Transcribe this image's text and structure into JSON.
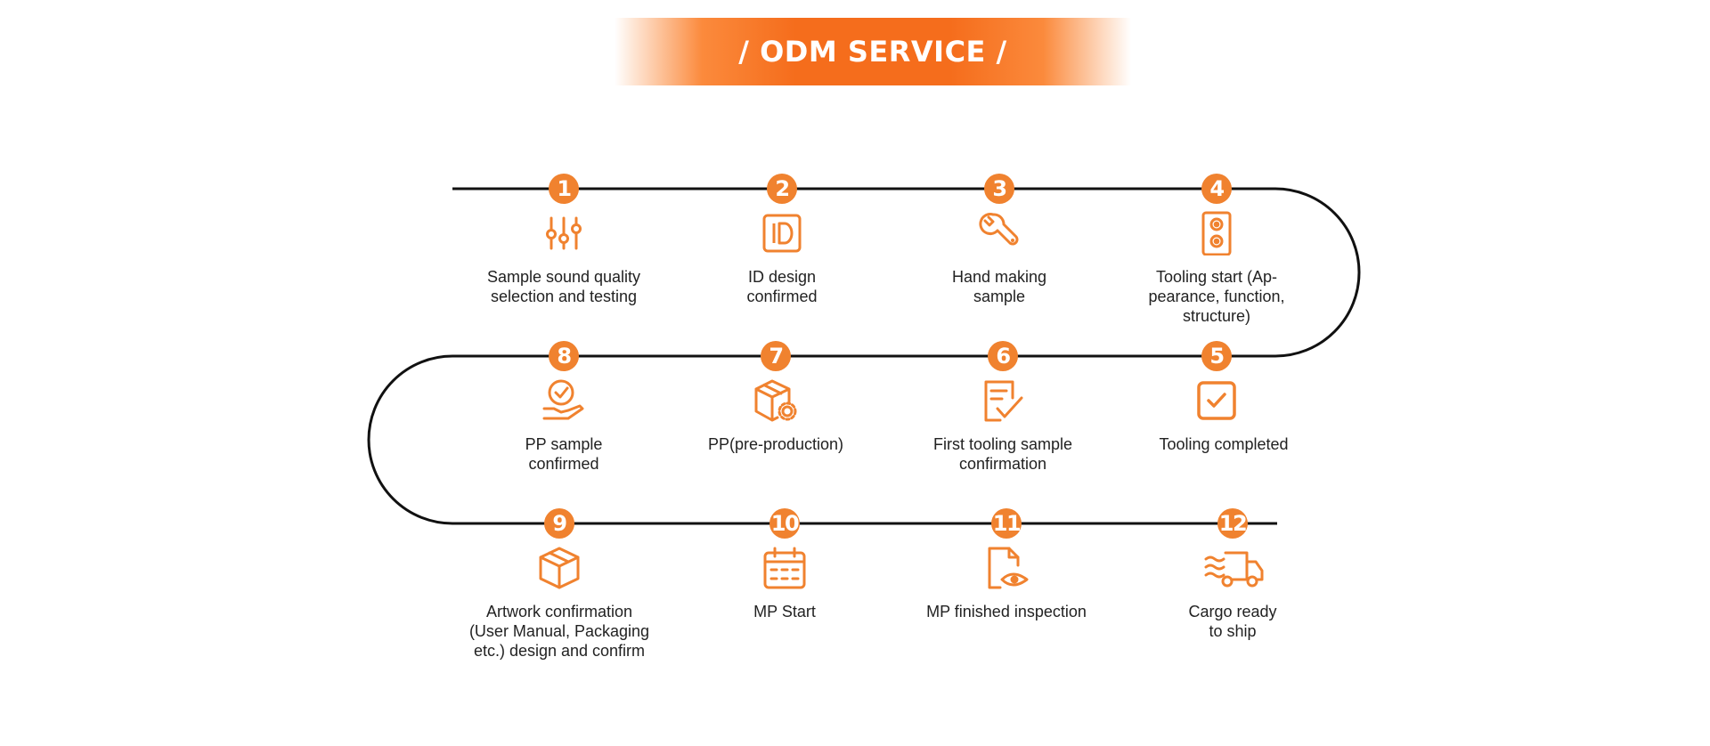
{
  "banner": {
    "title": "/ ODM SERVICE /"
  },
  "accent_color": "#f0822f",
  "steps": [
    {
      "number": "1",
      "label": "Sample sound quality\nselection and testing",
      "icon": "equalizer-sliders-icon"
    },
    {
      "number": "2",
      "label": "ID design\nconfirmed",
      "icon": "id-card-icon"
    },
    {
      "number": "3",
      "label": "Hand making\nsample",
      "icon": "wrench-icon"
    },
    {
      "number": "4",
      "label": "Tooling start (Ap-\npearance, function,\nstructure)",
      "icon": "speaker-icon"
    },
    {
      "number": "5",
      "label": "Tooling completed",
      "icon": "checkbox-icon"
    },
    {
      "number": "6",
      "label": "First tooling sample\nconfirmation",
      "icon": "document-check-icon"
    },
    {
      "number": "7",
      "label": "PP(pre-production)",
      "icon": "box-gear-icon"
    },
    {
      "number": "8",
      "label": "PP sample\nconfirmed",
      "icon": "hand-check-icon"
    },
    {
      "number": "9",
      "label": "Artwork confirmation\n(User Manual, Packaging\netc.) design and confirm",
      "icon": "package-icon"
    },
    {
      "number": "10",
      "label": "MP Start",
      "icon": "calendar-icon"
    },
    {
      "number": "11",
      "label": "MP finished inspection",
      "icon": "document-eye-icon"
    },
    {
      "number": "12",
      "label": "Cargo ready\nto ship",
      "icon": "delivery-truck-icon"
    }
  ]
}
